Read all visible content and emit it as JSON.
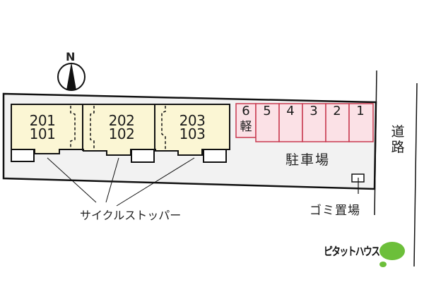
{
  "compass": {
    "label": "N",
    "icon": "north-arrow-icon"
  },
  "units": [
    {
      "upper": "201",
      "lower": "101"
    },
    {
      "upper": "202",
      "lower": "102"
    },
    {
      "upper": "203",
      "lower": "103"
    }
  ],
  "parking": {
    "label": "駐車場",
    "slots": [
      {
        "number": "6",
        "note": "軽"
      },
      {
        "number": "5"
      },
      {
        "number": "4"
      },
      {
        "number": "3"
      },
      {
        "number": "2"
      },
      {
        "number": "1"
      }
    ]
  },
  "road": {
    "label_top": "道",
    "label_bottom": "路"
  },
  "garbage": {
    "label": "ゴミ置場"
  },
  "bicycle_stopper": {
    "label": "サイクルストッパー"
  },
  "logo": {
    "text": "ピタットハウス",
    "color": "#6cbf3a"
  },
  "colors": {
    "building_fill": "#fbf6d4",
    "parking_fill": "#fbe1e6",
    "parking_stroke": "#c8394f",
    "site_fill": "#f2f2f2",
    "line": "#111111"
  }
}
